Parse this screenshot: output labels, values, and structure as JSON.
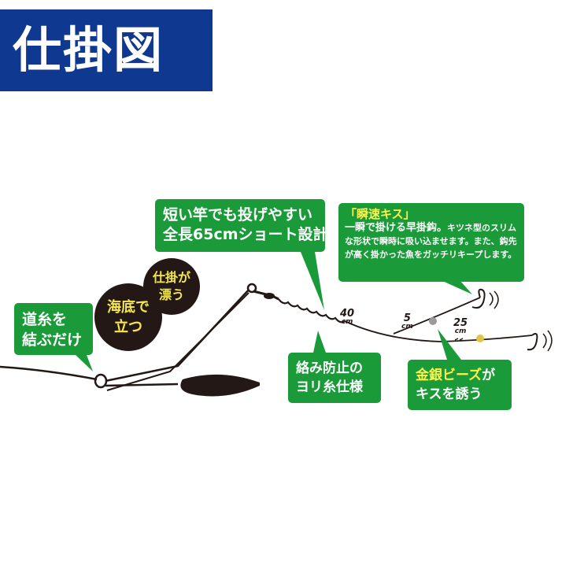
{
  "header": {
    "title": "仕掛図"
  },
  "colors": {
    "header_blue": "#0f3891",
    "callout_green": "#1b9a3a",
    "circle_black": "#231815",
    "highlight_yellow": "#fff34a"
  },
  "callouts": {
    "main_line": {
      "line1": "道糸を",
      "line2": "結ぶだけ"
    },
    "seabed": {
      "line1": "海底で",
      "line2": "立つ"
    },
    "floats": {
      "line1": "仕掛が",
      "line2": "漂う"
    },
    "rod": {
      "line1": "短い竿でも投げやすい",
      "line2": "全長65cmショート設計"
    },
    "kisu": {
      "title": "「瞬速キス」",
      "lead": "一瞬で掛ける早掛鈎。",
      "text": "キツネ型のスリムな形状で瞬時に吸い込ませます。また、鈎先が高く掛かった魚をガッチリキープします。"
    },
    "anti_tangle": {
      "line1": "絡み防止の",
      "line2": "ヨリ糸仕様"
    },
    "beads": {
      "line1_highlight": "金銀ビーズ",
      "line1_rest": "が",
      "line2": "キスを誘う"
    }
  },
  "measurements": [
    {
      "value": "40",
      "unit": "cm"
    },
    {
      "value": "5",
      "unit": "cm"
    },
    {
      "value": "25",
      "unit": "cm"
    }
  ]
}
